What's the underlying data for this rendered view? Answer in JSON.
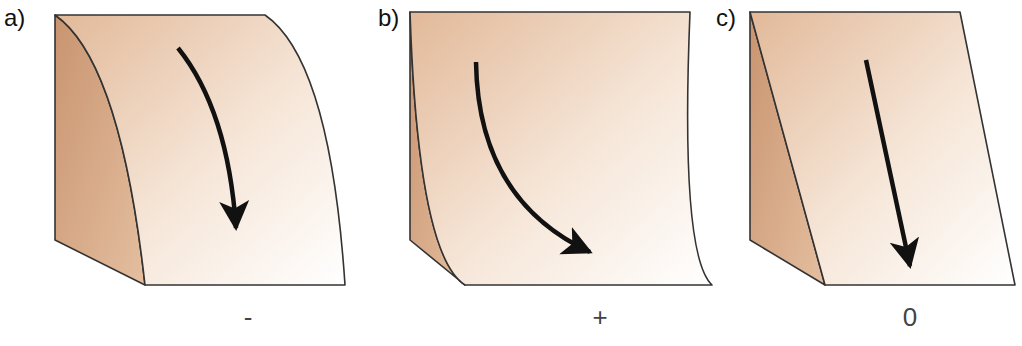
{
  "diagram": {
    "labels": [
      "a)",
      "b)",
      "c)",
      "-",
      "+",
      "0"
    ]
  }
}
